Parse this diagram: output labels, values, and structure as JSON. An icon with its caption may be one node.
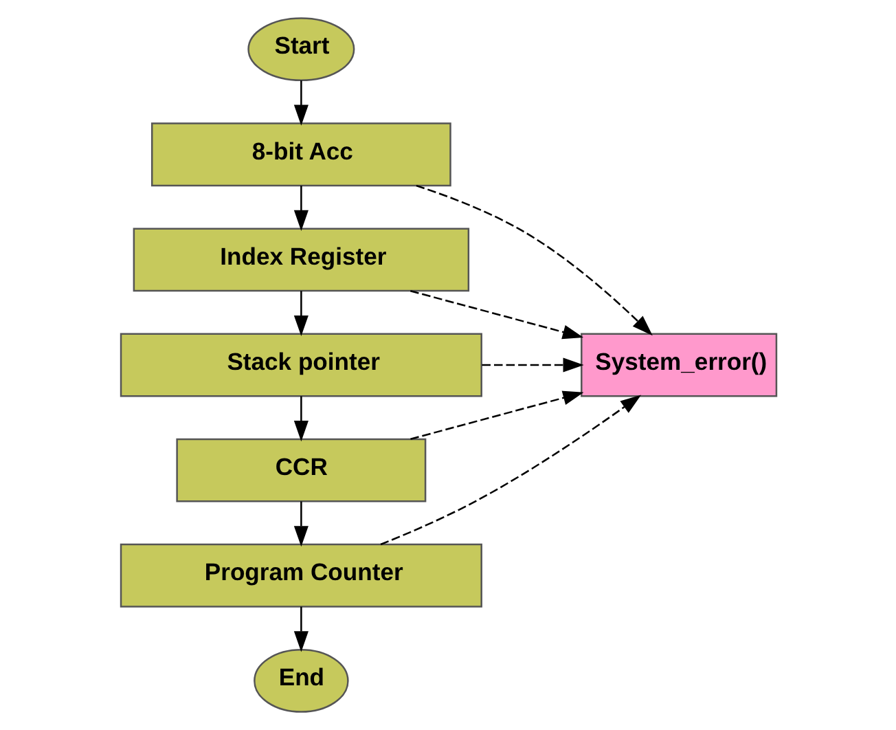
{
  "diagram": {
    "nodes": [
      {
        "text": [
          "Start"
        ]
      },
      {
        "text": [
          "8-bit Acc"
        ]
      },
      {
        "text": [
          "Index Register"
        ]
      },
      {
        "text": [
          "Stack pointer"
        ]
      },
      {
        "text": [
          "CCR"
        ]
      },
      {
        "text": [
          "Program Counter"
        ]
      },
      {
        "text": [
          "End"
        ]
      },
      {
        "text": [
          "System_error()"
        ]
      }
    ],
    "edges": [
      {
        "from": 0,
        "to": 1,
        "arrow": "to"
      },
      {
        "from": 1,
        "to": 2,
        "arrow": "to"
      },
      {
        "from": 2,
        "to": 3,
        "arrow": "to"
      },
      {
        "from": 3,
        "to": 4,
        "arrow": "to"
      },
      {
        "from": 4,
        "to": 5,
        "arrow": "to"
      },
      {
        "from": 5,
        "to": 6,
        "arrow": "to"
      },
      {
        "from": 1,
        "to": 7,
        "arrow": "to",
        "style": "dashed"
      },
      {
        "from": 2,
        "to": 7,
        "arrow": "to",
        "style": "dashed"
      },
      {
        "from": 3,
        "to": 7,
        "arrow": "to",
        "style": "dashed"
      },
      {
        "from": 4,
        "to": 7,
        "arrow": "to",
        "style": "dashed"
      },
      {
        "from": 5,
        "to": 7,
        "arrow": "to",
        "style": "dashed"
      }
    ]
  }
}
